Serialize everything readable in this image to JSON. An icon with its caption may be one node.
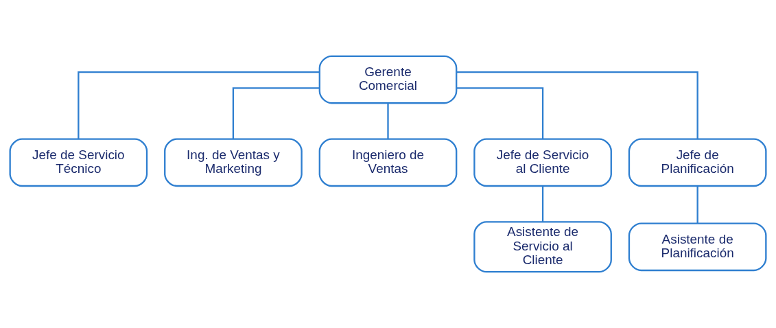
{
  "diagram": {
    "nodes": [
      {
        "text": [
          "Gerente Comercial"
        ]
      },
      {
        "text": [
          "Jefe de Servicio Técnico"
        ]
      },
      {
        "text": [
          "Ing. de Ventas y Marketing"
        ]
      },
      {
        "text": [
          "Ingeniero de Ventas"
        ]
      },
      {
        "text": [
          "Jefe de Servicio al Cliente"
        ]
      },
      {
        "text": [
          "Jefe de Planificación"
        ]
      },
      {
        "text": [
          "Asistente de Servicio al Cliente"
        ]
      },
      {
        "text": [
          "Asistente de Planificación"
        ]
      }
    ],
    "edges": [
      {
        "from": 0,
        "to": 1,
        "arrow": "none"
      },
      {
        "from": 0,
        "to": 2,
        "arrow": "none"
      },
      {
        "from": 0,
        "to": 3,
        "arrow": "none"
      },
      {
        "from": 0,
        "to": 4,
        "arrow": "none"
      },
      {
        "from": 0,
        "to": 5,
        "arrow": "none"
      },
      {
        "from": 4,
        "to": 6,
        "arrow": "none"
      },
      {
        "from": 5,
        "to": 7,
        "arrow": "none"
      }
    ]
  }
}
